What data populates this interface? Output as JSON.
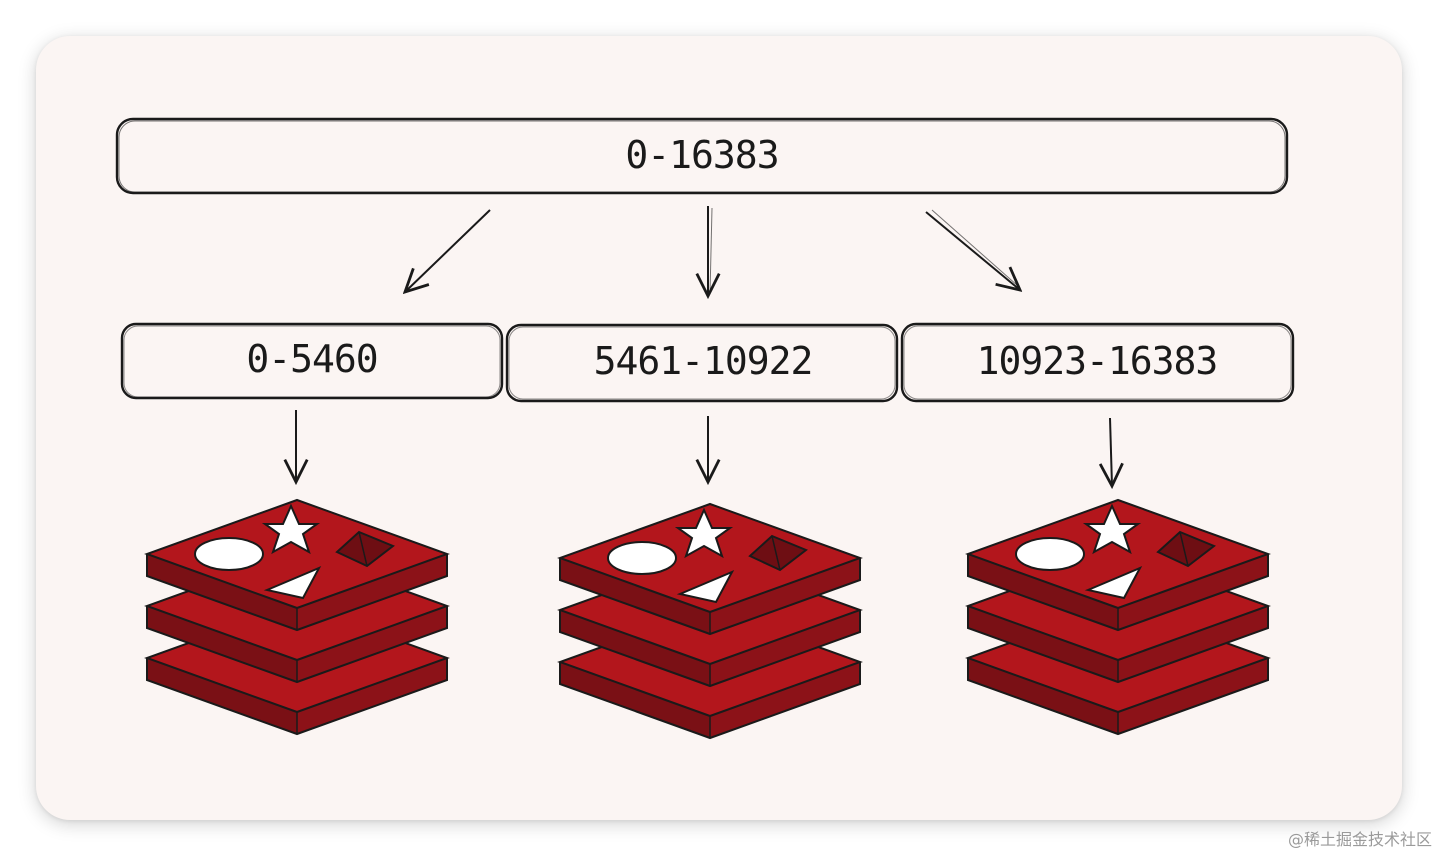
{
  "root_range": {
    "label": "0-16383"
  },
  "shards": [
    {
      "label": "0-5460"
    },
    {
      "label": "5461-10922"
    },
    {
      "label": "10923-16383"
    }
  ],
  "watermark": "@稀土掘金技术社区",
  "colors": {
    "background": "#fbf5f3",
    "stroke": "#1a1a1a",
    "redis_red": "#b3161c",
    "redis_dark": "#7a1015"
  }
}
